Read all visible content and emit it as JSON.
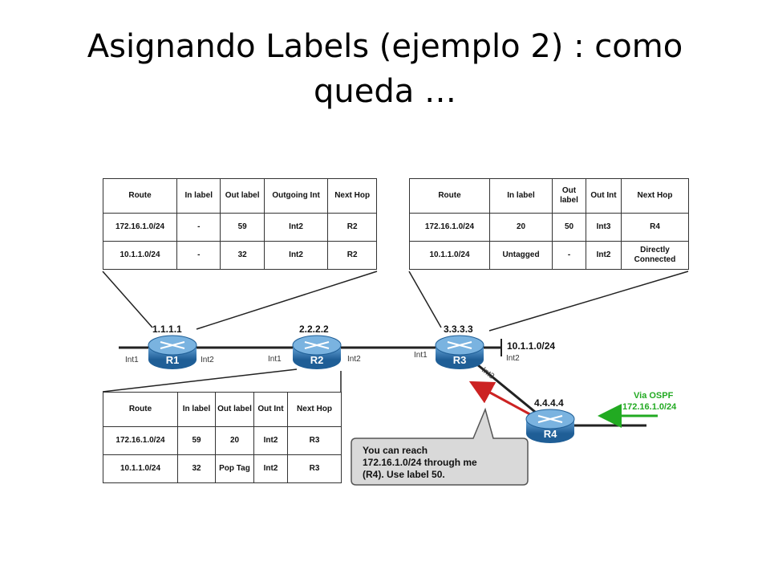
{
  "slide": {
    "title": "Asignando Labels (ejemplo 2)  : como queda …"
  },
  "routers": [
    {
      "name": "R1",
      "id": "1.1.1.1",
      "left_if": "Int1",
      "right_if": "Int2"
    },
    {
      "name": "R2",
      "id": "2.2.2.2",
      "left_if": "Int1",
      "right_if": "Int2"
    },
    {
      "name": "R3",
      "id": "3.3.3.3",
      "left_if": "Int1",
      "right_if": "Int2",
      "down_if": "Int3"
    },
    {
      "name": "R4",
      "id": "4.4.4.4"
    }
  ],
  "network_label": "10.1.1.0/24",
  "ospf": {
    "line1": "Via OSPF",
    "line2": "172.16.1.0/24",
    "color": "#22aa22"
  },
  "callout": {
    "line1": "You can reach",
    "line2": "172.16.1.0/24 through me",
    "line3": "(R4). Use label 50."
  },
  "arrow_color": "#cc2222",
  "tables": {
    "r1": {
      "headers": [
        "Route",
        "In label",
        "Out label",
        "Outgoing Int",
        "Next Hop"
      ],
      "rows": [
        [
          "172.16.1.0/24",
          "-",
          "59",
          "Int2",
          "R2"
        ],
        [
          "10.1.1.0/24",
          "-",
          "32",
          "Int2",
          "R2"
        ]
      ]
    },
    "r3": {
      "headers": [
        "Route",
        "In label",
        "Out label",
        "Out Int",
        "Next Hop"
      ],
      "rows": [
        [
          "172.16.1.0/24",
          "20",
          "50",
          "Int3",
          "R4"
        ],
        [
          "10.1.1.0/24",
          "Untagged",
          "-",
          "Int2",
          "Directly Connected"
        ]
      ]
    },
    "r2": {
      "headers": [
        "Route",
        "In label",
        "Out label",
        "Out Int",
        "Next Hop"
      ],
      "rows": [
        [
          "172.16.1.0/24",
          "59",
          "20",
          "Int2",
          "R3"
        ],
        [
          "10.1.1.0/24",
          "32",
          "Pop Tag",
          "Int2",
          "R3"
        ]
      ]
    }
  },
  "colors": {
    "router": "#2a6fa8",
    "router_light": "#5b9bd0"
  }
}
